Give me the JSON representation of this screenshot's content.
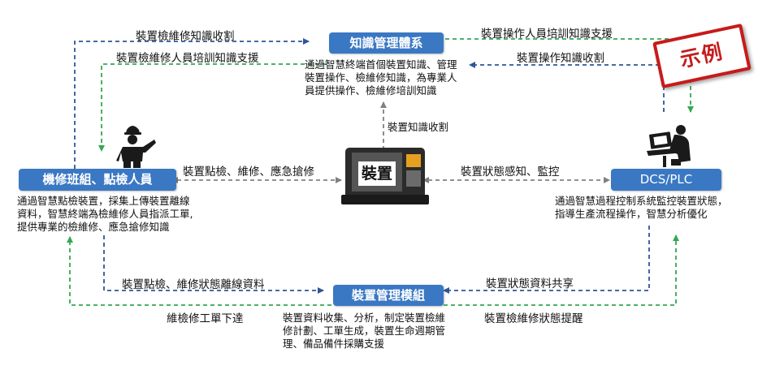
{
  "nodes": {
    "knowledge": "知識管理體系",
    "crew": "機修班組、點檢人員",
    "dcs": "DCS/PLC",
    "management": "裝置管理模組",
    "machine": "裝置"
  },
  "descriptions": {
    "knowledge": [
      "通過智慧終端首個裝置知識、管理",
      "裝置操作、檢維修知識，為專業人",
      "員提供操作、檢維修培訓知識"
    ],
    "crew": [
      "通過智慧點檢裝置，採集上傳裝置離線",
      "資料，智慧終端為檢維修人員指派工單,",
      "提供專業的檢維修、應急搶修知識"
    ],
    "dcs": [
      "通過智慧過程控制系統監控裝置狀態，",
      "指導生產流程操作，智慧分析優化"
    ],
    "management": [
      "裝置資料收集、分析，制定裝置檢維",
      "修計劃、工單生成，裝置生命週期管",
      "理、備品備件採購支援"
    ]
  },
  "edges": {
    "crew_to_knowledge": "裝置檢維修知識收割",
    "knowledge_to_crew": "裝置檢維修人員培訓知識支援",
    "knowledge_to_dcs": "裝置操作人員培訓知識支援",
    "dcs_to_knowledge": "裝置操作知識收割",
    "machine_knowledge": "裝置知識收割",
    "crew_machine": "裝置點檢、維修、應急搶修",
    "machine_dcs": "裝置狀態感知、監控",
    "crew_to_management": "裝置點檢、維修狀態離線資料",
    "management_to_crew": "維檢修工單下達",
    "dcs_to_management": "裝置狀態資料共享",
    "management_to_dcs": "裝置檢維修狀態提醒"
  },
  "stamp": "示例",
  "colors": {
    "node": "#3a78c3",
    "blue_dash": "#2f5597",
    "green_dash": "#33a853",
    "grey_dash": "#808080",
    "stamp": "#c61b1b"
  }
}
